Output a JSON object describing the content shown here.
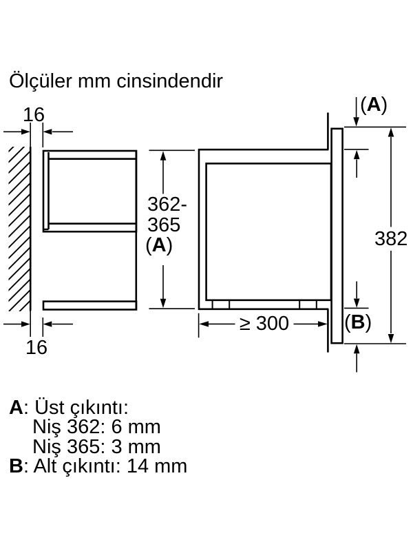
{
  "title": "Ölçüler mm cinsindendir",
  "colors": {
    "ink": "#000000",
    "background": "#ffffff"
  },
  "dimensions": {
    "wall_gap_top": "16",
    "wall_gap_bottom": "16",
    "niche_height_line1": "362-",
    "niche_height_line2": "365",
    "niche_height_letter": "A",
    "depth_min": "≥ 300",
    "front_frame_height": "382",
    "overhang_top_letter": "A",
    "overhang_bottom_letter": "B",
    "paren_open": "(",
    "paren_close": ")"
  },
  "legend": {
    "item_a_key": "A",
    "item_a_text": ": Üst çıkıntı:",
    "item_a_lines": [
      "Niş 362: 6 mm",
      "Niş 365: 3 mm"
    ],
    "item_b_key": "B",
    "item_b_text": ": Alt çıkıntı: 14 mm"
  }
}
